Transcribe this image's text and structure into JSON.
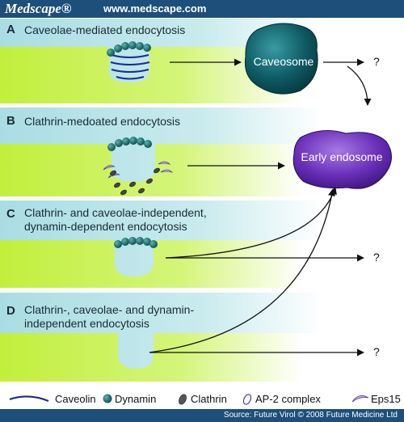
{
  "header": {
    "brand": "Medscape®",
    "site": "www.medscape.com"
  },
  "panels": [
    {
      "letter": "A",
      "title_lines": [
        "Caveolae-mediated endocytosis"
      ]
    },
    {
      "letter": "B",
      "title_lines": [
        "Clathrin-medoated endocytosis"
      ]
    },
    {
      "letter": "C",
      "title_lines": [
        "Clathrin- and caveolae-independent,",
        "dynamin-dependent endocytosis"
      ]
    },
    {
      "letter": "D",
      "title_lines": [
        "Clathrin-, caveolae- and dynamin-",
        "independent endocytosis"
      ]
    }
  ],
  "organelles": {
    "caveosome": "Caveosome",
    "early_endosome": "Early endosome"
  },
  "unknown_marker": "?",
  "legend": [
    {
      "icon": "caveolin-icon",
      "label": "Caveolin"
    },
    {
      "icon": "dynamin-icon",
      "label": "Dynamin"
    },
    {
      "icon": "clathrin-icon",
      "label": "Clathrin"
    },
    {
      "icon": "ap2-complex-icon",
      "label": "AP-2 complex"
    },
    {
      "icon": "eps15-icon",
      "label": "Eps15"
    }
  ],
  "source": "Source: Future Virol © 2008 Future Medicine Ltd",
  "colors": {
    "header_bg": "#1d4f7a",
    "cytoplasm_green": "#c2ef3c",
    "membrane_blue": "#a9dde3",
    "caveosome": "#0f5c66",
    "early_endosome": "#6a2fb8",
    "dynamin": "#0d5a5a",
    "caveolin": "#1a2b8a",
    "eps15": "#a890d8"
  }
}
